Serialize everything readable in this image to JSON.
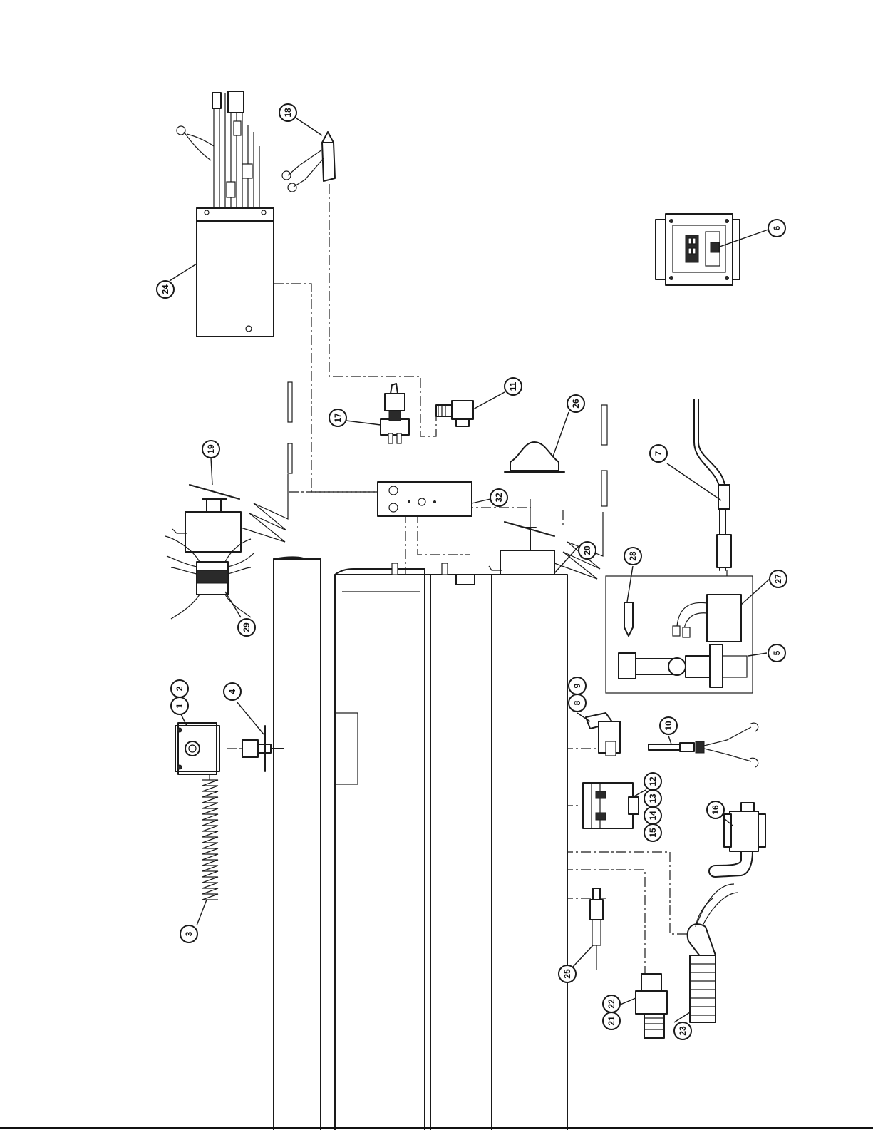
{
  "diagram": {
    "type": "exploded parts diagram",
    "orientation": "rotated 90 degrees clockwise",
    "callouts": [
      "1",
      "2",
      "3",
      "4",
      "5",
      "6",
      "7",
      "8",
      "9",
      "10",
      "11",
      "12",
      "13",
      "14",
      "15",
      "16",
      "17",
      "18",
      "19",
      "20",
      "21",
      "22",
      "23",
      "24",
      "25",
      "26",
      "27",
      "28",
      "29",
      "32"
    ]
  }
}
